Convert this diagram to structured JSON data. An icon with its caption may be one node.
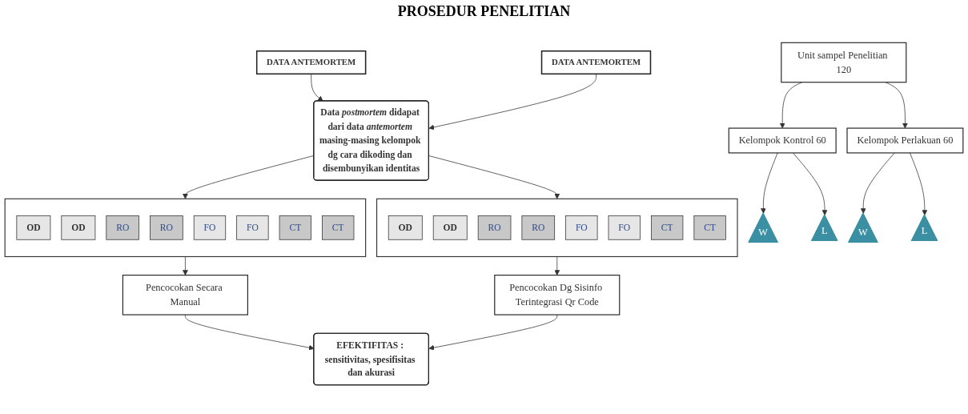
{
  "diagram": {
    "title": "PROSEDUR PENELITIAN",
    "nodes": [
      {
        "text": [
          "DATA ANTEMORTEM"
        ]
      },
      {
        "text": [
          "Unit sampel Penelitian 120"
        ]
      },
      {
        "text": [
          "DATA ANTEMORTEM"
        ]
      },
      {
        "text": [
          "Kelompok Kontrol 60"
        ]
      },
      {
        "text": [
          "Kelompok Perlakuan 60"
        ]
      },
      {
        "text": [
          "W"
        ]
      },
      {
        "text": [
          "L"
        ]
      },
      {
        "text": [
          "W"
        ]
      },
      {
        "text": [
          "L"
        ]
      },
      {
        "text": [],
        "shape": "box"
      },
      {
        "text": [
          "OD"
        ],
        "in": 9
      },
      {
        "text": [
          "OD"
        ],
        "in": 9
      },
      {
        "text": [
          "RO"
        ],
        "in": 9
      },
      {
        "text": [
          "RO"
        ],
        "in": 9
      },
      {
        "text": [
          "FO"
        ],
        "in": 9
      },
      {
        "text": [
          "FO"
        ],
        "in": 9
      },
      {
        "text": [
          "CT"
        ],
        "in": 9
      },
      {
        "text": [
          "CT"
        ],
        "in": 9
      },
      {
        "text": [
          "Data *postmortem* didapat dari data *antemortem* masing-masing kelompok dg cara dikoding dan disembunyikan identitas"
        ]
      },
      {
        "text": [],
        "shape": "box"
      },
      {
        "text": [
          "OD"
        ],
        "in": 19
      },
      {
        "text": [
          "OD"
        ],
        "in": 19
      },
      {
        "text": [
          "RO"
        ],
        "in": 19
      },
      {
        "text": [
          "RO"
        ],
        "in": 19
      },
      {
        "text": [
          "FO"
        ],
        "in": 19
      },
      {
        "text": [
          "FO"
        ],
        "in": 19
      },
      {
        "text": [
          "CT"
        ],
        "in": 19
      },
      {
        "text": [
          "CT"
        ],
        "in": 19
      },
      {
        "text": [
          "Pencocokan Secara Manual"
        ]
      },
      {
        "text": [
          "EFEKTIFITAS : sensitivitas, spesifisitas dan akurasi"
        ]
      },
      {
        "text": [
          "Pencocokan Dg Sisinfo Terintegrasi Qr Code"
        ]
      }
    ],
    "edges": [
      {
        "from": 1,
        "to": 3,
        "arrow": "to"
      },
      {
        "from": 1,
        "to": 4,
        "arrow": "to"
      },
      {
        "from": 0,
        "to": 18,
        "arrow": "to"
      },
      {
        "from": 2,
        "to": 18,
        "arrow": "to"
      },
      {
        "from": 3,
        "to": 5,
        "arrow": "to"
      },
      {
        "from": 3,
        "to": 6,
        "arrow": "to"
      },
      {
        "from": 4,
        "to": 7,
        "arrow": "to"
      },
      {
        "from": 4,
        "to": 8,
        "arrow": "to"
      },
      {
        "from": 18,
        "to": 9,
        "arrow": "to"
      },
      {
        "from": 18,
        "to": 19,
        "arrow": "to"
      },
      {
        "from": 9,
        "to": 28,
        "arrow": "to"
      },
      {
        "from": 19,
        "to": 30,
        "arrow": "to"
      },
      {
        "from": 28,
        "to": 29,
        "arrow": "to"
      },
      {
        "from": 30,
        "to": 29,
        "arrow": "to"
      }
    ]
  }
}
